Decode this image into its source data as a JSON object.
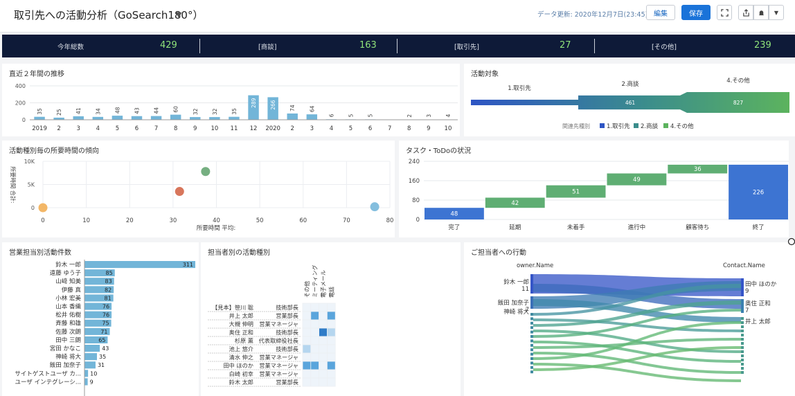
{
  "header": {
    "title": "取引先への活動分析（GoSearch180°）",
    "updated": "データ更新: 2020年12月7日(23:45)",
    "edit_label": "編集",
    "save_label": "保存"
  },
  "kpis": [
    {
      "label": "今年総数",
      "value": "429"
    },
    {
      "label": "[商談]",
      "value": "163"
    },
    {
      "label": "[取引先]",
      "value": "27"
    },
    {
      "label": "[その他]",
      "value": "239"
    }
  ],
  "trend": {
    "title": "直近２年間の推移",
    "chart_data": {
      "type": "bar",
      "categories": [
        "2019",
        "2",
        "3",
        "4",
        "5",
        "6",
        "7",
        "8",
        "9",
        "10",
        "11",
        "12",
        "2020",
        "2",
        "3",
        "4",
        "5",
        "6",
        "7",
        "8",
        "9",
        "10"
      ],
      "values": [
        35,
        25,
        41,
        34,
        48,
        43,
        44,
        60,
        32,
        32,
        35,
        289,
        266,
        74,
        64,
        6,
        5,
        5,
        0,
        2,
        3,
        4
      ],
      "labels": [
        "35",
        "25",
        "41",
        "34",
        "48",
        "43",
        "44",
        "60",
        "32",
        "32",
        "35",
        "289",
        "266",
        "74",
        "64",
        "6",
        "5",
        "5",
        "",
        "2",
        "3",
        "4"
      ],
      "yticks": [
        "400",
        "200",
        "0"
      ],
      "ylim": [
        0,
        400
      ]
    }
  },
  "flow": {
    "title": "活動対象",
    "chart_data": {
      "type": "area",
      "stages": [
        "1.取引先",
        "2.商談",
        "4.その他"
      ],
      "values": [
        0,
        461,
        827
      ],
      "value_labels": [
        "",
        "461",
        "827"
      ],
      "legend_title": "関連先種別",
      "legend": [
        "1.取引先",
        "2.商談",
        "4.その他"
      ],
      "colors": [
        "#2e55c4",
        "#3b8d8c",
        "#5cb35e"
      ]
    }
  },
  "scatter": {
    "title": "活動種別毎の所要時間の傾向",
    "chart_data": {
      "type": "scatter",
      "points": [
        {
          "x": 0,
          "y": 0,
          "color": "#f2b15a"
        },
        {
          "x": 31.5,
          "y": 3500,
          "color": "#d56a4e"
        },
        {
          "x": 37.5,
          "y": 7800,
          "color": "#6aa876"
        },
        {
          "x": 76.5,
          "y": 200,
          "color": "#7ab8db"
        }
      ],
      "xticks": [
        "0",
        "10",
        "20",
        "30",
        "40",
        "50",
        "60",
        "70",
        "80"
      ],
      "yticks": [
        "10K",
        "5K",
        "0"
      ],
      "xlim": [
        0,
        80
      ],
      "ylim": [
        0,
        10000
      ],
      "xlabel": "所要時間 平均:",
      "ylabel": "所要時間 合計:"
    }
  },
  "tasks": {
    "title": "タスク・ToDoの状況",
    "chart_data": {
      "type": "bar",
      "categories": [
        "完了",
        "延期",
        "未着手",
        "進行中",
        "顧客待ち",
        "終了"
      ],
      "values": [
        48,
        42,
        51,
        49,
        36,
        226
      ],
      "labels": [
        "48",
        "42",
        "51",
        "49",
        "36",
        "226"
      ],
      "yticks": [
        "240",
        "160",
        "80",
        "0"
      ],
      "ylim": [
        0,
        240
      ]
    }
  },
  "owners": {
    "title": "営業担当別活動件数",
    "chart_data": {
      "type": "bar",
      "categories": [
        "鈴木 一郎",
        "遠藤 ゆう子",
        "山﨑 知美",
        "伊藤 真",
        "小林 宏美",
        "山本 香織",
        "松井 佑樹",
        "斉藤 和雄",
        "佐藤 次朗",
        "田中 三朗",
        "宮田 かなこ",
        "神崎 将大",
        "飯田 加奈子",
        "サイトゲストユーザ カ...",
        "ユーザ インテグレーシ..."
      ],
      "values": [
        311,
        85,
        83,
        82,
        81,
        76,
        76,
        75,
        71,
        65,
        43,
        35,
        31,
        10,
        9
      ],
      "labels": [
        "311",
        "85",
        "83",
        "82",
        "81",
        "76",
        "76",
        "75",
        "71",
        "65",
        "43",
        "35",
        "31",
        "10",
        "9"
      ]
    }
  },
  "heatmap": {
    "title": "担当者別の活動種別",
    "chart_data": {
      "type": "heatmap",
      "columns": [
        "その他",
        "ミーティング",
        "電子メール",
        "電話"
      ],
      "rows": [
        {
          "name": "【見本】笹川 聡",
          "role": "技術部長"
        },
        {
          "name": "井上 太郎",
          "role": "営業部長"
        },
        {
          "name": "大槻 伸明",
          "role": "営業マネージャ"
        },
        {
          "name": "奥住 正和",
          "role": "技術部長"
        },
        {
          "name": "杉原 薫",
          "role": "代表取締役社長"
        },
        {
          "name": "池上 悠介",
          "role": "技術部長"
        },
        {
          "name": "清水 伸之",
          "role": "営業マネージャ"
        },
        {
          "name": "田中 ほのか",
          "role": "営業マネージャ"
        },
        {
          "name": "白崎 初幸",
          "role": "営業マネージャ"
        },
        {
          "name": "鈴木 太郎",
          "role": "営業部長"
        }
      ],
      "cells": [
        [
          1,
          1,
          1,
          1
        ],
        [
          1,
          3,
          1,
          3
        ],
        [
          1,
          1,
          1,
          1
        ],
        [
          1,
          1,
          4,
          2
        ],
        [
          1,
          1,
          1,
          1
        ],
        [
          2,
          1,
          1,
          1
        ],
        [
          1,
          1,
          1,
          1
        ],
        [
          3,
          3,
          1,
          3
        ],
        [
          1,
          1,
          1,
          1
        ],
        [
          1,
          1,
          1,
          1
        ]
      ]
    }
  },
  "sankey": {
    "title": "ご担当者への行動",
    "left_header": "owner.Name",
    "right_header": "Contact.Name",
    "left_labels": [
      {
        "name": "鈴木 一郎",
        "count": "11"
      },
      {
        "name": "飯田 加奈子",
        "count": "7"
      },
      {
        "name": "神崎 将大",
        "count": ""
      }
    ],
    "right_labels": [
      {
        "name": "田中 ほのか",
        "count": "9"
      },
      {
        "name": "奥住 正和",
        "count": "7"
      },
      {
        "name": "井上 太郎",
        "count": ""
      }
    ]
  }
}
